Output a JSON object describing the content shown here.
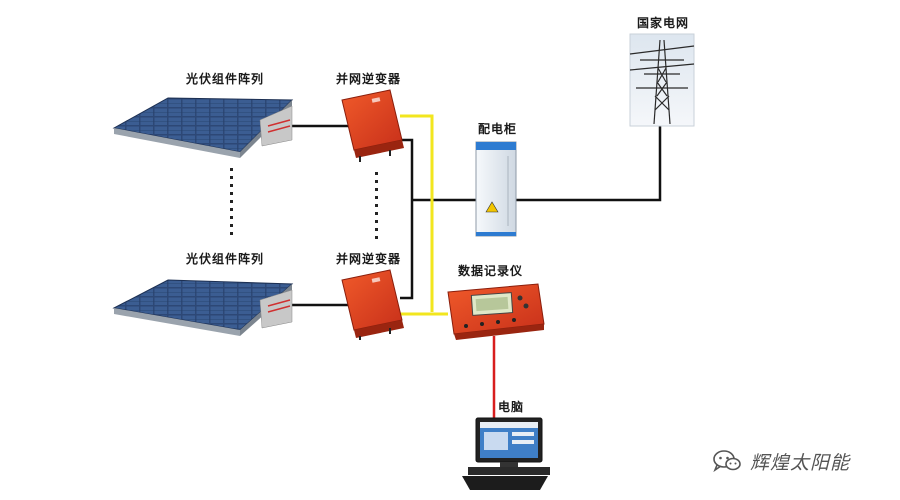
{
  "labels": {
    "pv_array_top": "光伏组件阵列",
    "pv_array_bottom": "光伏组件阵列",
    "inverter_top": "并网逆变器",
    "inverter_bottom": "并网逆变器",
    "distribution_cabinet": "配电柜",
    "national_grid": "国家电网",
    "data_logger": "数据记录仪",
    "computer": "电脑"
  },
  "watermark": {
    "text": "辉煌太阳能",
    "icon": "wechat-icon"
  },
  "colors": {
    "power_line": "#111111",
    "data_bus": "#f2e61e",
    "computer_link": "#d81e1e",
    "inverter_body": "#e0401c",
    "panel_cell": "#2e4a7a",
    "cabinet_body": "#e9eff5"
  }
}
